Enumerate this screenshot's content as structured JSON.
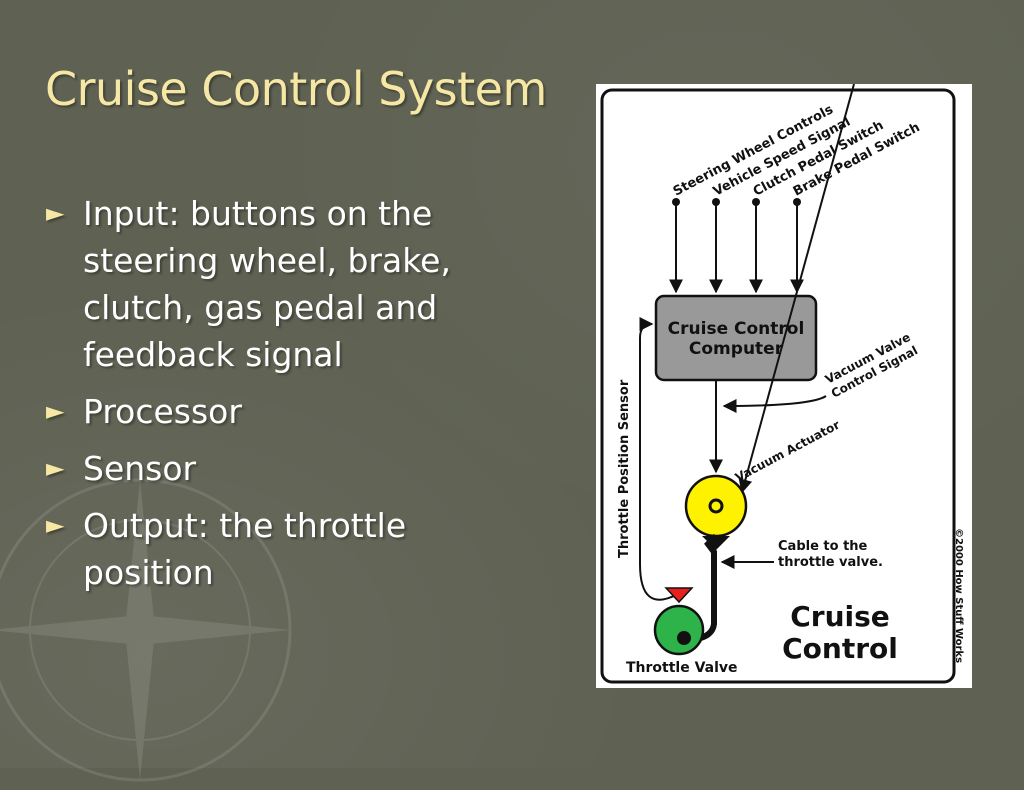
{
  "slide": {
    "title": "Cruise Control System",
    "bullets": [
      {
        "text": "Input: buttons on the steering wheel, brake, clutch, gas pedal and feedback signal"
      },
      {
        "text": "Processor"
      },
      {
        "text": "Sensor"
      },
      {
        "text": "Output: the throttle position"
      }
    ],
    "bullet_glyph": "►"
  },
  "diagram": {
    "inputs": [
      "Steering Wheel Controls",
      "Vehicle Speed Signal",
      "Clutch Pedal Switch",
      "Brake Pedal Switch"
    ],
    "computer_label_line1": "Cruise Control",
    "computer_label_line2": "Computer",
    "vacuum_valve_line1": "Vacuum Valve",
    "vacuum_valve_line2": "Control Signal",
    "vacuum_actuator": "Vacuum Actuator",
    "throttle_sensor": "Throttle Position Sensor",
    "cable_line1": "Cable to the",
    "cable_line2": "throttle valve.",
    "throttle_valve": "Throttle Valve",
    "brand_line1": "Cruise",
    "brand_line2": "Control",
    "copyright": "©2000 How Stuff Works",
    "colors": {
      "computer_fill": "#999999",
      "actuator_fill": "#fff200",
      "valve_fill": "#2db34a",
      "valve_marker": "#e8201b"
    }
  }
}
